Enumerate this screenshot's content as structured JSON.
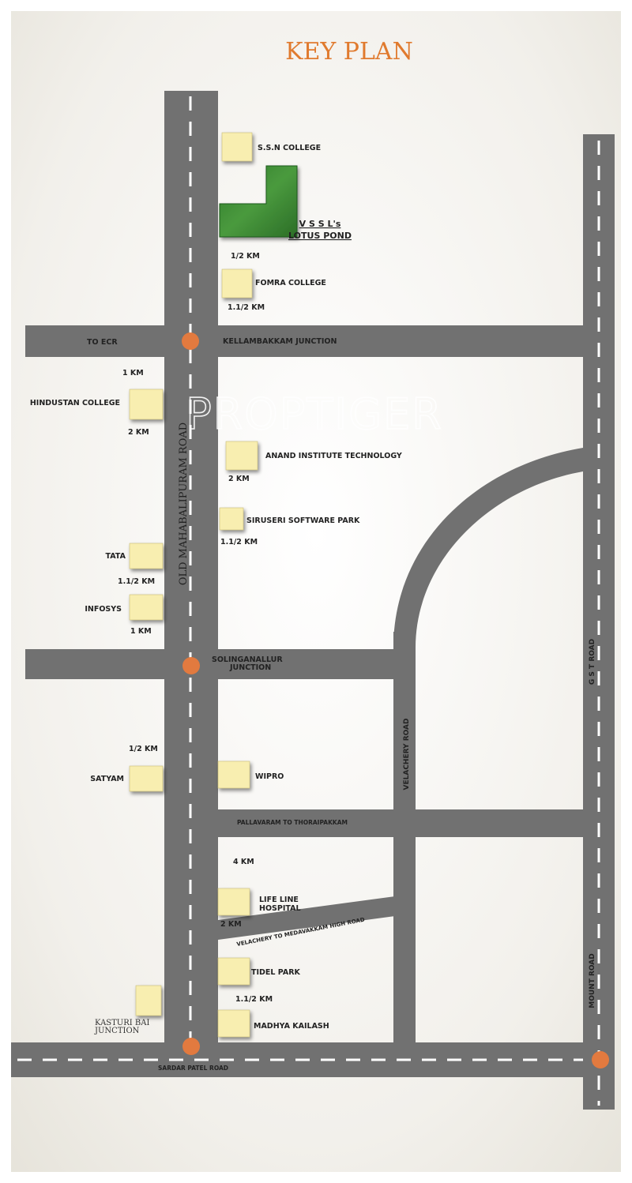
{
  "title": "KEY PLAN",
  "watermark": "PROPTIGER",
  "colors": {
    "background": "#ece9e2",
    "road": "#717171",
    "lane_marking": "#ffffff",
    "landmark_block": "#f8eeb0",
    "project_green": "#3e8a35",
    "title_orange": "#e07a2e",
    "junction_dot": "#e27a3f"
  },
  "project": {
    "line1": "V S S L's",
    "line2": "LOTUS POND"
  },
  "roads": {
    "omr": "OLD MAHABALIPURAM ROAD",
    "gst": "G S T ROAD",
    "velachery": "VELACHERY ROAD",
    "mount": "MOUNT ROAD",
    "to_ecr": "TO ECR",
    "pallavaram": "PALLAVARAM TO  THORAIPAKKAM",
    "medavakkam": "VELACHERY TO MEDAVAKKAM HIGH ROAD",
    "sardar": "SARDAR PATEL ROAD"
  },
  "junctions": {
    "kellambakkam": "KELLAMBAKKAM JUNCTION",
    "solinganallur_1": "SOLINGANALLUR",
    "solinganallur_2": "JUNCTION",
    "kasturi_1": "KASTURI BAI",
    "kasturi_2": "JUNCTION"
  },
  "landmarks": {
    "ssn": "S.S.N COLLEGE",
    "fomra": "FOMRA COLLEGE",
    "hindustan": "HINDUSTAN COLLEGE",
    "anand": "ANAND INSTITUTE TECHNOLOGY",
    "siruseri": "SIRUSERI SOFTWARE PARK",
    "tata": "TATA",
    "infosys": "INFOSYS",
    "satyam": "SATYAM",
    "wipro": "WIPRO",
    "lifeline_1": "LIFE LINE",
    "lifeline_2": "HOSPITAL",
    "tidel": "TIDEL PARK",
    "madhya": "MADHYA KAILASH"
  },
  "distances": {
    "lotus_half": "1/2 KM",
    "fomra": "1.1/2 KM",
    "hindustan_top": "1 KM",
    "hindustan_bottom": "2 KM",
    "anand": "2 KM",
    "siruseri": "1.1/2 KM",
    "tata": "1.1/2 KM",
    "infosys": "1 KM",
    "satyam": "1/2 KM",
    "wipro": "4 KM",
    "lifeline": "2 KM",
    "tidel": "1.1/2 KM"
  }
}
